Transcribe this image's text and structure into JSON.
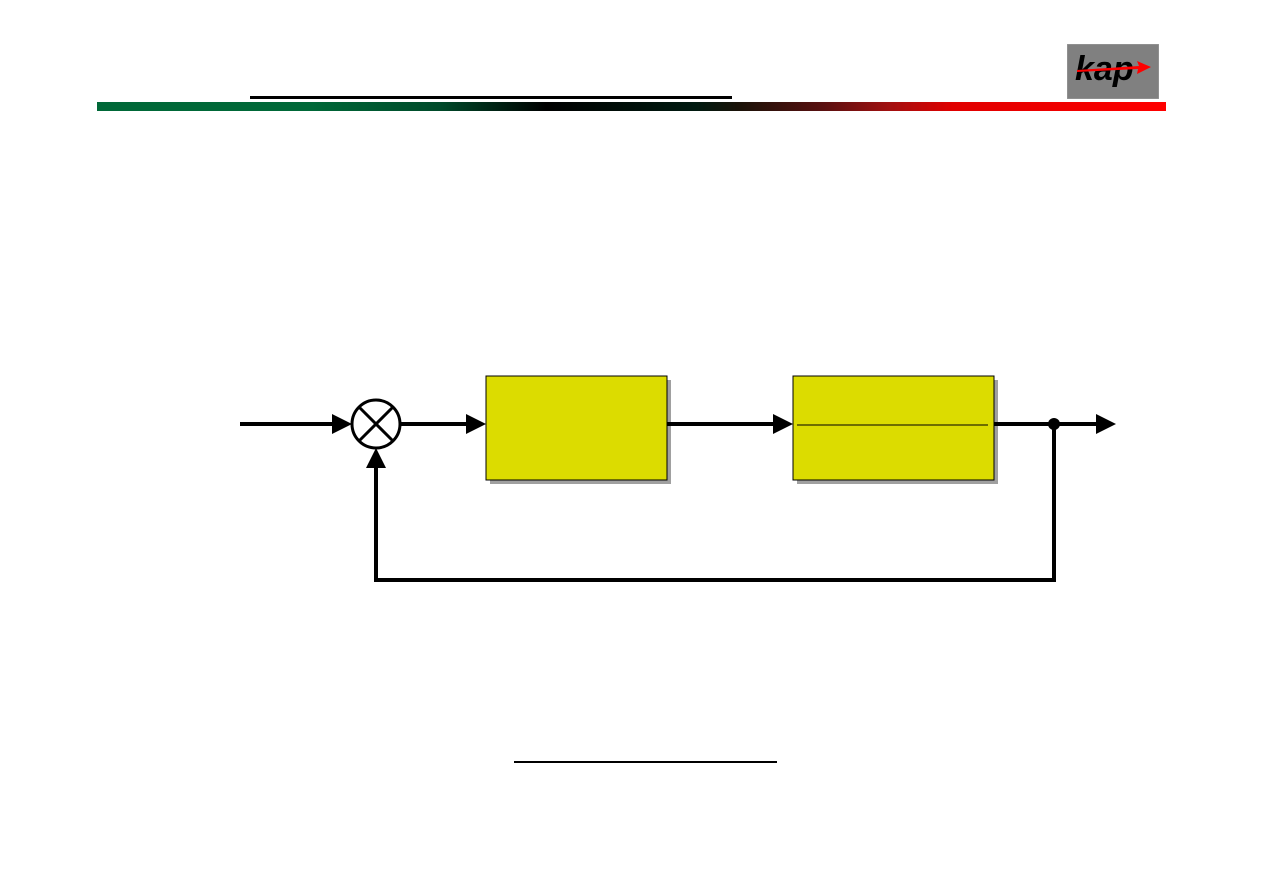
{
  "colors": {
    "block_fill": "#dcdc00",
    "block_border": "#000000",
    "line": "#000000",
    "logo_bg": "#808080",
    "logo_arrow": "#ff0000",
    "band_green": "#006838",
    "band_red": "#ff0000"
  },
  "logo": {
    "text": "kap"
  },
  "diagram": {
    "blocks": [
      {
        "id": "controller-block",
        "label": ""
      },
      {
        "id": "plant-block",
        "label": ""
      }
    ],
    "nodes": [
      "summing-junction",
      "takeoff-point"
    ],
    "signals": [
      "input-signal",
      "error-signal",
      "control-signal",
      "output-signal",
      "feedback-path"
    ]
  }
}
